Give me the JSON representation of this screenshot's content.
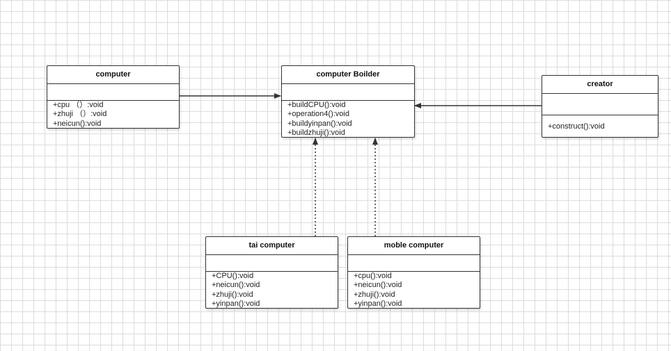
{
  "colors": {
    "line": "#333333",
    "grid": "#dcdcdc",
    "box_fill": "#ffffff"
  },
  "classes": [
    {
      "id": "computer",
      "name": "computer",
      "attributes": [],
      "methods": [
        "+cpu （）:void",
        "+zhuji （）:void",
        "+neicun():void"
      ]
    },
    {
      "id": "computer-boilder",
      "name": "computer Boilder",
      "attributes": [],
      "methods": [
        "+buildCPU():void",
        "+operation4():void",
        "+buildyinpan():void",
        "+buildzhuji():void"
      ]
    },
    {
      "id": "creator",
      "name": "creator",
      "attributes": [],
      "methods": [
        "+construct():void"
      ]
    },
    {
      "id": "tai-computer",
      "name": "tai computer",
      "attributes": [],
      "methods": [
        "+CPU():void",
        "+neicun():void",
        "+zhuji():void",
        "+yinpan():void"
      ]
    },
    {
      "id": "moble-computer",
      "name": "moble computer",
      "attributes": [],
      "methods": [
        "+cpu():void",
        "+neicun():void",
        "+zhuji():void",
        "+yinpan():void"
      ]
    }
  ],
  "relations": [
    {
      "from": "computer",
      "to": "computer-boilder",
      "style": "solid"
    },
    {
      "from": "creator",
      "to": "computer-boilder",
      "style": "solid"
    },
    {
      "from": "tai-computer",
      "to": "computer-boilder",
      "style": "dotted"
    },
    {
      "from": "moble-computer",
      "to": "computer-boilder",
      "style": "dotted"
    }
  ]
}
